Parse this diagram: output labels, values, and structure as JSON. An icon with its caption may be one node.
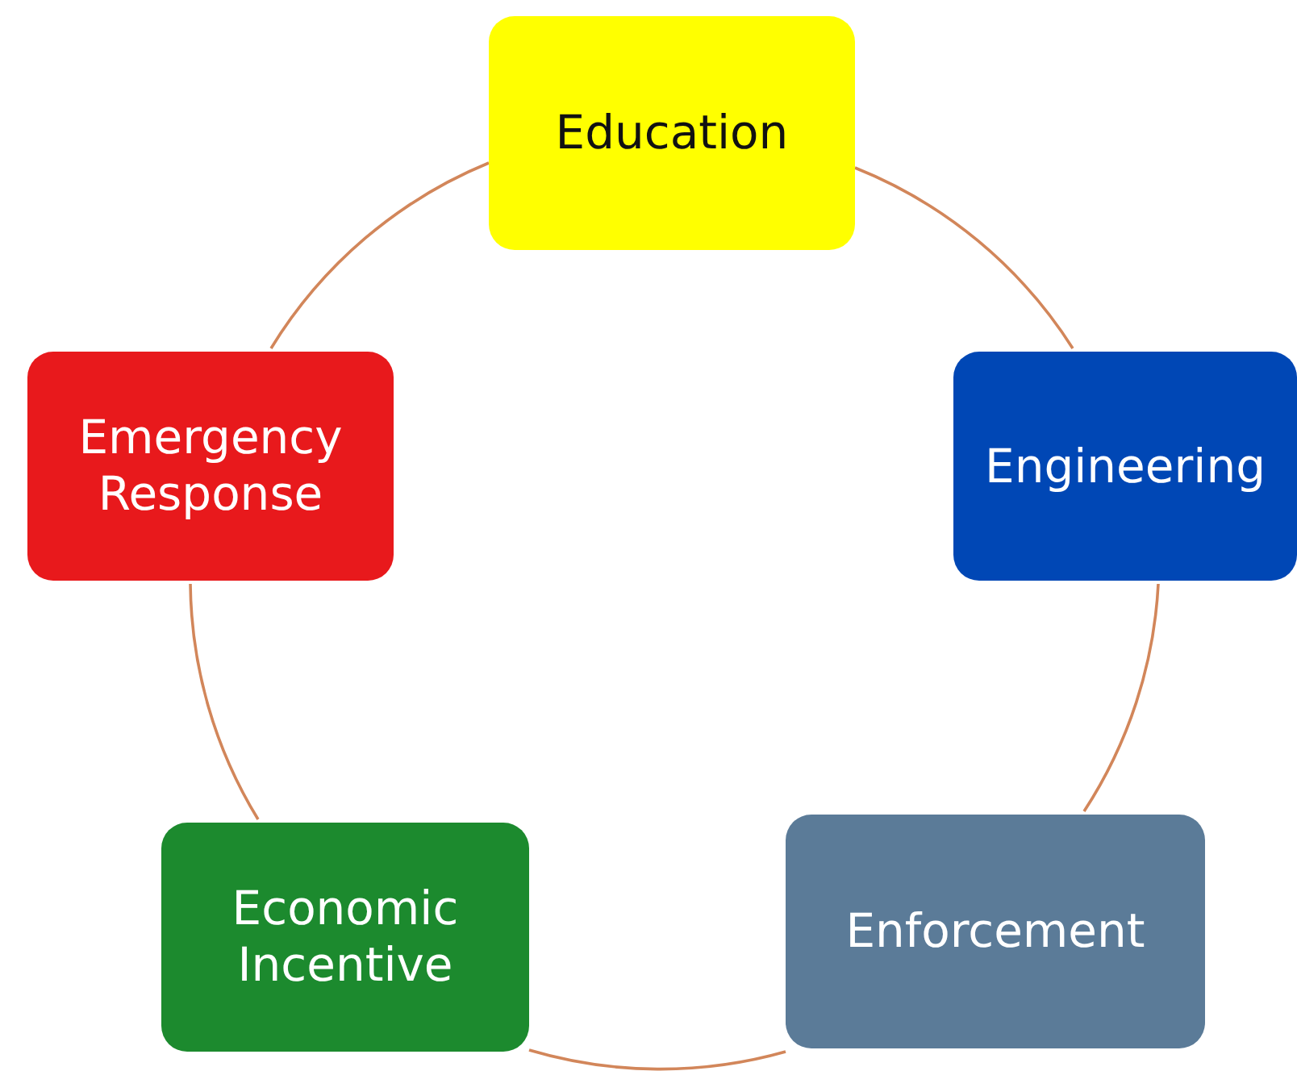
{
  "diagram": {
    "nodes": [
      {
        "text": [
          "Education"
        ]
      },
      {
        "text": [
          "Engineering"
        ]
      },
      {
        "text": [
          "Enforcement"
        ]
      },
      {
        "text": [
          "Economic Incentive"
        ]
      },
      {
        "text": [
          "Emergency Response"
        ]
      }
    ],
    "edges": [
      {
        "from": 0,
        "to": 1,
        "arrow": "none"
      },
      {
        "from": 1,
        "to": 2,
        "arrow": "none"
      },
      {
        "from": 2,
        "to": 3,
        "arrow": "none"
      },
      {
        "from": 3,
        "to": 4,
        "arrow": "none"
      },
      {
        "from": 4,
        "to": 0,
        "arrow": "none"
      }
    ]
  }
}
